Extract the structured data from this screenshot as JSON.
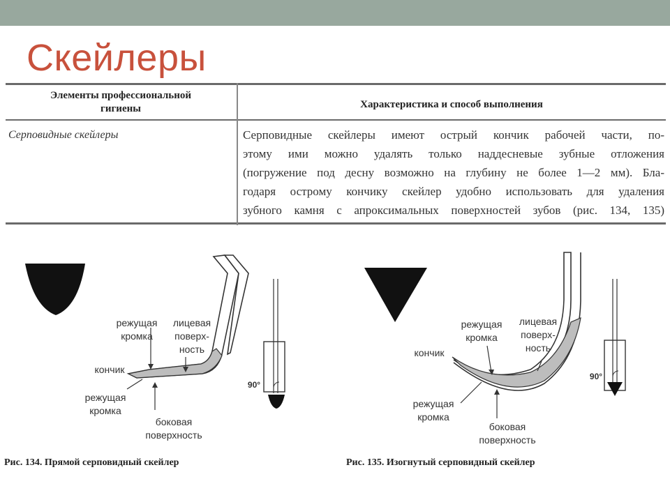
{
  "slide": {
    "title": "Скейлеры"
  },
  "table": {
    "headers": [
      "Элементы профессиональной гигиены",
      "Характеристика и способ выполнения"
    ],
    "header1_lines": [
      "Элементы профессиональной",
      "гигиены"
    ],
    "row_name": "Серповидные скейлеры",
    "row_text_lines": [
      "Серповидные скейлеры имеют острый кончик рабочей части, по-",
      "этому ими можно удалять только наддесневые зубные отложения",
      "(погружение под десну возможно на глубину не более 1—2 мм). Бла-",
      "годаря острому кончику скейлер удобно использовать для удаления",
      "зубного камня с апроксимальных поверхностей зубов (рис. 134, 135)"
    ]
  },
  "figure1": {
    "labels": {
      "cutting_edge_top": [
        "режущая",
        "кромка"
      ],
      "face": [
        "лицевая",
        "поверх-",
        "ность"
      ],
      "tip": "кончик",
      "cutting_edge_bottom": [
        "режущая",
        "кромка"
      ],
      "side": [
        "боковая",
        "поверхность"
      ],
      "angle": "90°"
    },
    "caption": "Рис. 134. Прямой серповидный скейлер"
  },
  "figure2": {
    "labels": {
      "cutting_edge_top": [
        "режущая",
        "кромка"
      ],
      "face": [
        "лицевая",
        "поверх-",
        "ность"
      ],
      "tip": "кончик",
      "cutting_edge_bottom": [
        "режущая",
        "кромка"
      ],
      "side": [
        "боковая",
        "поверхность"
      ],
      "angle": "90°"
    },
    "caption": "Рис. 135. Изогнутый серповидный скейлер"
  },
  "colors": {
    "topbar": "#98a89e",
    "title": "#c8513c",
    "blade_fill": "#bdbdbd"
  }
}
